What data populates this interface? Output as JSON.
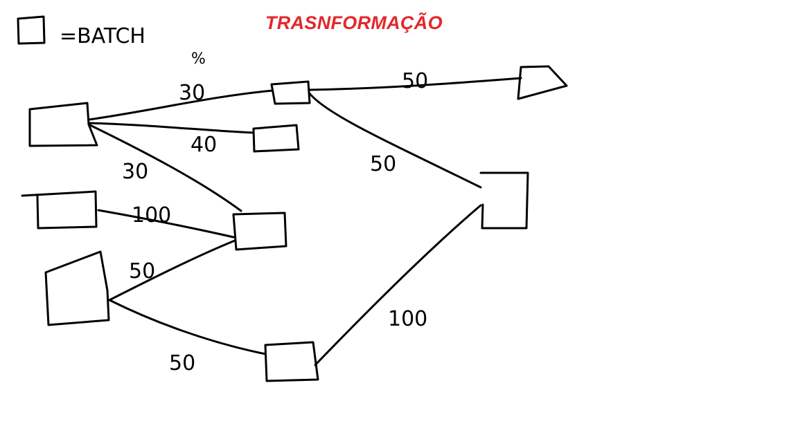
{
  "title": "TRASNFORMAÇÃO",
  "colors": {
    "title": "#e3272b",
    "ink": "#000000",
    "background": "#ffffff"
  },
  "legend": {
    "symbol": "square",
    "label": "=BATCH"
  },
  "unit_label": "%",
  "edge_labels": {
    "a_to_b": "30",
    "a_to_c": "40",
    "a_to_d": "30",
    "e_to_d": "100",
    "f_to_d": "50",
    "f_to_g": "50",
    "b_to_out": "50",
    "b_to_h": "50",
    "g_to_h": "100"
  }
}
